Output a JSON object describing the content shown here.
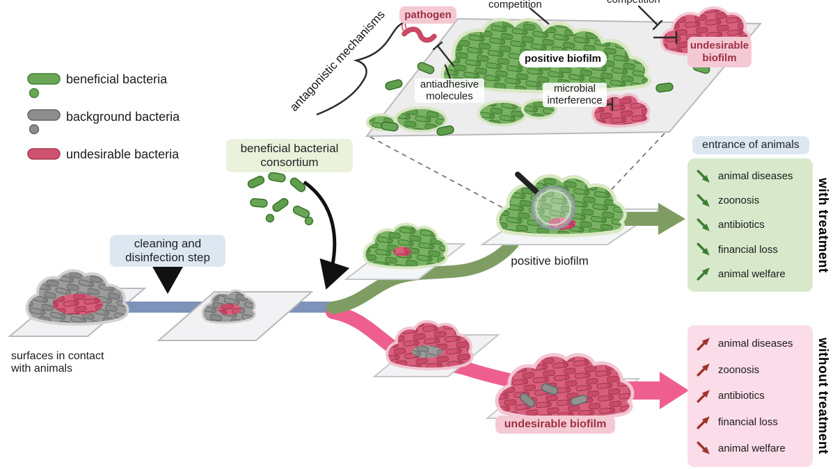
{
  "legend": {
    "items": [
      {
        "label": "beneficial bacteria",
        "color": "#69a655"
      },
      {
        "label": "background bacteria",
        "color": "#8d8d8d"
      },
      {
        "label": "undesirable bacteria",
        "color": "#cf5270"
      }
    ]
  },
  "top": {
    "antagonistic": "antagonistic mechanisms",
    "competition_left": "competition",
    "competition_right": "competition",
    "pathogen": "pathogen",
    "positive_biofilm": "positive biofilm",
    "undesirable_biofilm": "undesirable biofilm",
    "antiadhesive": "antiadhesive molecules",
    "microbial_interference": "microbial interference"
  },
  "flow": {
    "consortium": "beneficial bacterial consortium",
    "cleaning": "cleaning and disinfection step",
    "surfaces": "surfaces in contact with animals",
    "positive_biofilm": "positive biofilm",
    "undesirable_biofilm": "undesirable biofilm"
  },
  "outcomes": {
    "entrance": "entrance of animals",
    "with": {
      "title": "with treatment",
      "items": [
        {
          "label": "animal diseases",
          "trend": "down"
        },
        {
          "label": "zoonosis",
          "trend": "down"
        },
        {
          "label": "antibiotics",
          "trend": "down"
        },
        {
          "label": "financial loss",
          "trend": "down"
        },
        {
          "label": "animal welfare",
          "trend": "up"
        }
      ]
    },
    "without": {
      "title": "without treatment",
      "items": [
        {
          "label": "animal diseases",
          "trend": "up"
        },
        {
          "label": "zoonosis",
          "trend": "up"
        },
        {
          "label": "antibiotics",
          "trend": "up"
        },
        {
          "label": "financial loss",
          "trend": "up"
        },
        {
          "label": "animal welfare",
          "trend": "down"
        }
      ]
    }
  },
  "colors": {
    "beneficial": "#69a655",
    "background_bacteria": "#8d8d8d",
    "undesirable": "#cf5270",
    "green_ribbon": "#7f9d63",
    "pink_ribbon": "#ee5f8f",
    "blue_bar": "#7d93ba",
    "panel_green": "#d8e9cb",
    "panel_pink": "#fbdce9"
  }
}
